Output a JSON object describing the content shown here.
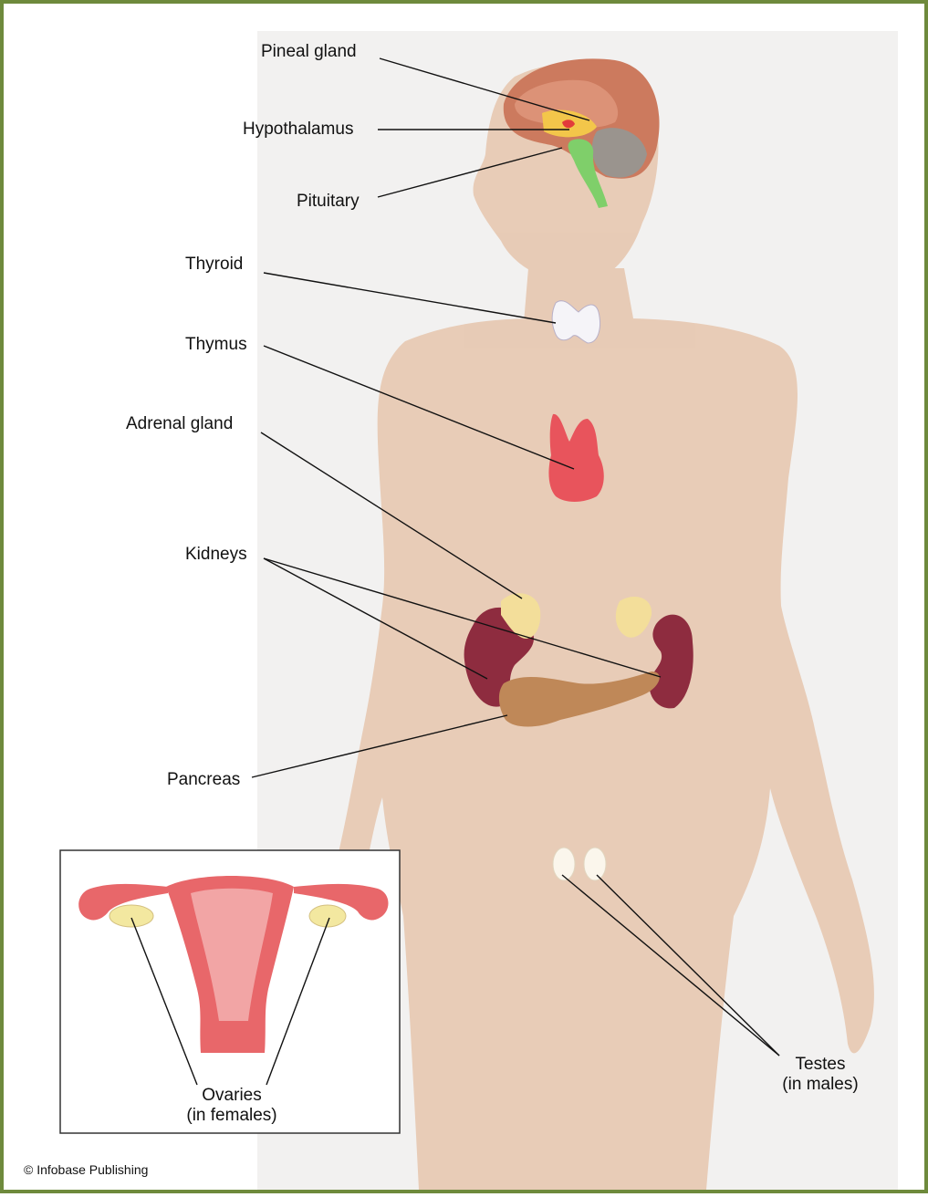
{
  "labels": {
    "pineal": "Pineal gland",
    "hypothalamus": "Hypothalamus",
    "pituitary": "Pituitary",
    "thyroid": "Thyroid",
    "thymus": "Thymus",
    "adrenal": "Adrenal gland",
    "kidneys": "Kidneys",
    "pancreas": "Pancreas",
    "ovaries_line1": "Ovaries",
    "ovaries_line2": "(in females)",
    "testes_line1": "Testes",
    "testes_line2": "(in males)"
  },
  "copyright": "© Infobase Publishing",
  "colors": {
    "frame": "#6e8a3c",
    "body": "#e7c9b3",
    "backdrop": "#f2f1f0",
    "thymus": "#e8545c",
    "kidney": "#8e2c3f",
    "adrenal": "#f3de9a",
    "pancreas": "#bf8858",
    "uterus": "#e8676a",
    "pituitary": "#7fcf6a",
    "brain": "#cc7a5e"
  }
}
